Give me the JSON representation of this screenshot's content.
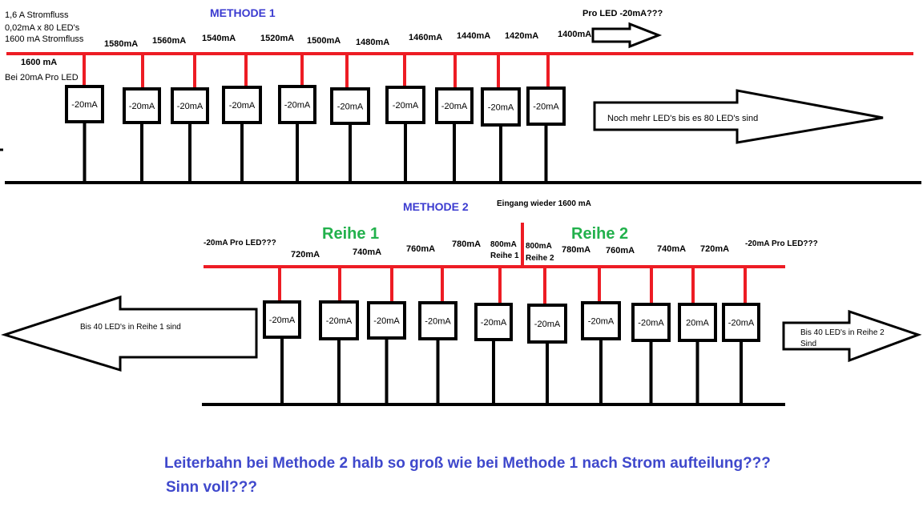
{
  "colors": {
    "positive_rail": "#ed1c24",
    "ground_rail": "#000000",
    "method_title": "#3b3bd0",
    "row_label": "#22b14c",
    "question": "#3f48cc"
  },
  "method1": {
    "title": "METHODE 1",
    "info_lines": [
      "1,6 A Stromfluss",
      "0,02mA x 80 LED's",
      "1600 mA Stromfluss"
    ],
    "start_current": "1600 mA",
    "per_led_note": "Bei 20mA Pro LED",
    "currents": [
      "1580mA",
      "1560mA",
      "1540mA",
      "1520mA",
      "1500mA",
      "1480mA",
      "1460mA",
      "1440mA",
      "1420mA",
      "1400mA"
    ],
    "led_label": "-20mA",
    "led_count": 10,
    "end_note": "Pro LED -20mA???",
    "arrow_text": "Noch mehr LED's bis es 80 LED's sind"
  },
  "method2": {
    "title": "METHODE 2",
    "entry_note": "Eingang wieder 1600 mA",
    "row1": {
      "title": "Reihe 1",
      "per_led_note": "-20mA Pro LED???",
      "currents": [
        "720mA",
        "740mA",
        "760mA",
        "780mA"
      ],
      "split_current": [
        "800mA",
        "Reihe 1"
      ],
      "arrow_text": "Bis 40 LED's in Reihe 1 sind"
    },
    "row2": {
      "title": "Reihe 2",
      "split_current": [
        "800mA",
        "Reihe 2"
      ],
      "currents": [
        "780mA",
        "760mA",
        "740mA",
        "720mA"
      ],
      "per_led_note": "-20mA Pro LED???",
      "arrow_text": [
        "Bis 40 LED's in Reihe 2",
        "Sind"
      ]
    },
    "led_labels": [
      "-20mA",
      "-20mA",
      "-20mA",
      "-20mA",
      "-20mA",
      "-20mA",
      "-20mA",
      "-20mA",
      "20mA",
      "-20mA"
    ]
  },
  "question": {
    "line1": "Leiterbahn bei Methode 2 halb so groß wie bei Methode 1 nach Strom aufteilung???",
    "line2": "Sinn voll???"
  }
}
